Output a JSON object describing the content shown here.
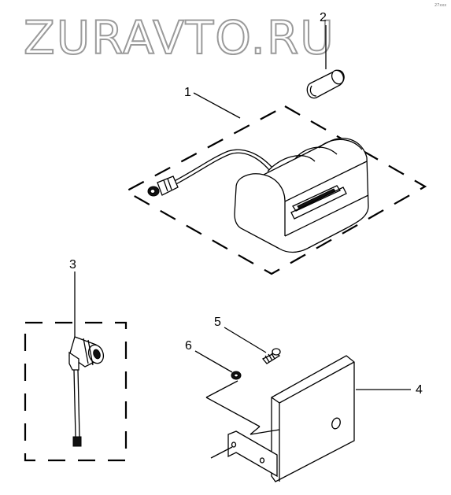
{
  "watermark": "ZURAVTO.RU",
  "corner_mark": "27xxx",
  "callouts": {
    "c1": "1",
    "c2": "2",
    "c3": "3",
    "c4": "4",
    "c5": "5",
    "c6": "6"
  }
}
